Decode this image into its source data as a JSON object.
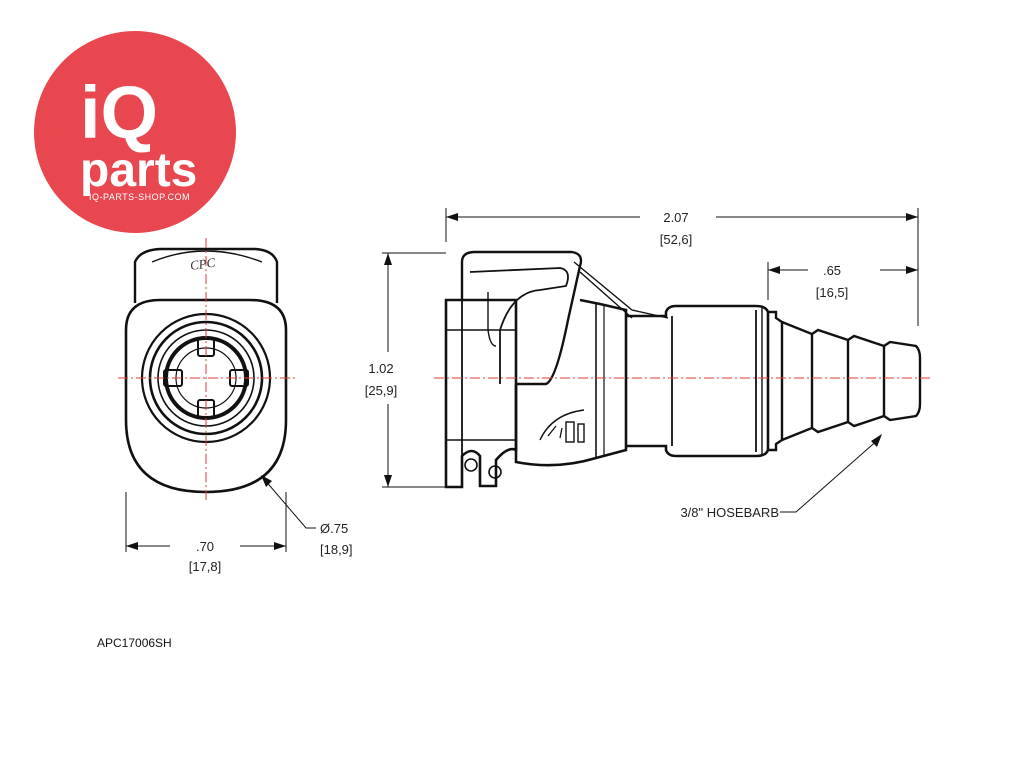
{
  "logo": {
    "brand_top": "iQ",
    "brand_bottom": "parts",
    "tagline": "IQ-PARTS-SHOP.COM",
    "color": "#e8474f"
  },
  "dimensions": {
    "overall_length": "2.07",
    "overall_length_mm": "[52,6]",
    "barb_length": ".65",
    "barb_length_mm": "[16,5]",
    "height": "1.02",
    "height_mm": "[25,9]",
    "width": ".70",
    "width_mm": "[17,8]",
    "diameter": "Ø.75",
    "diameter_mm": "[18,9]"
  },
  "callouts": {
    "hosebarb": "3/8\" HOSEBARB",
    "body_mark": "CPC"
  },
  "part_number": "APC17006SH",
  "colors": {
    "centerline": "#e03a3a",
    "line": "#111111"
  }
}
